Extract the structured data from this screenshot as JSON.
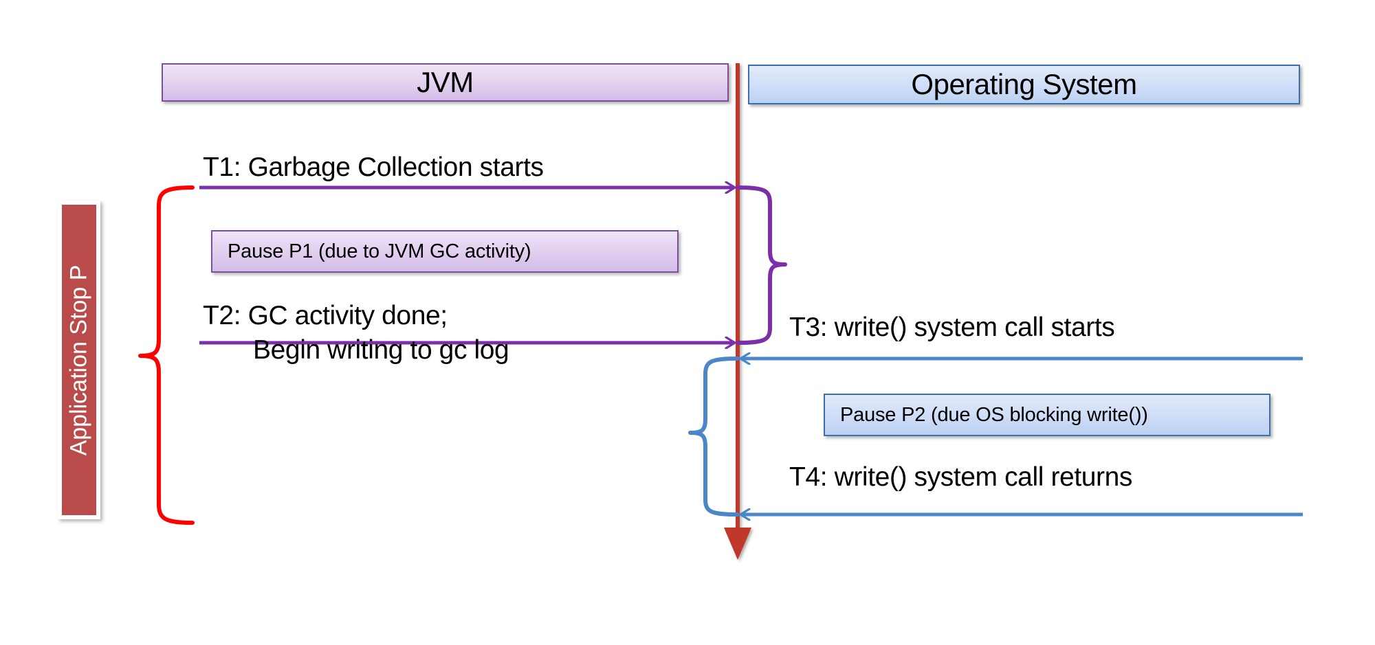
{
  "diagram": {
    "title": "JVM GC write() system call pause sequence diagram",
    "lanes": [
      {
        "id": "jvm",
        "label": "JVM",
        "accent": "#7B4EA3"
      },
      {
        "id": "os",
        "label": "Operating System",
        "accent": "#3A6FB0"
      }
    ],
    "application_stop": {
      "label": "Application Stop P",
      "color": "#B94B4B",
      "brace_color": "#FF0000"
    },
    "events": {
      "t1": "T1: Garbage Collection starts",
      "t2": "T2: GC activity done;",
      "t2_line2": "Begin writing to gc log",
      "t3": "T3: write() system call starts",
      "t4": "T4: write() system call returns"
    },
    "notes": {
      "pause_p1": "Pause P1 (due to JVM GC activity)",
      "pause_p2": "Pause P2 (due OS blocking write())"
    },
    "colors": {
      "jvm_purple": "#7B2FA8",
      "os_blue": "#4A86C8",
      "lifeline_red": "#C0392B",
      "brace_red": "#FF0000"
    }
  }
}
